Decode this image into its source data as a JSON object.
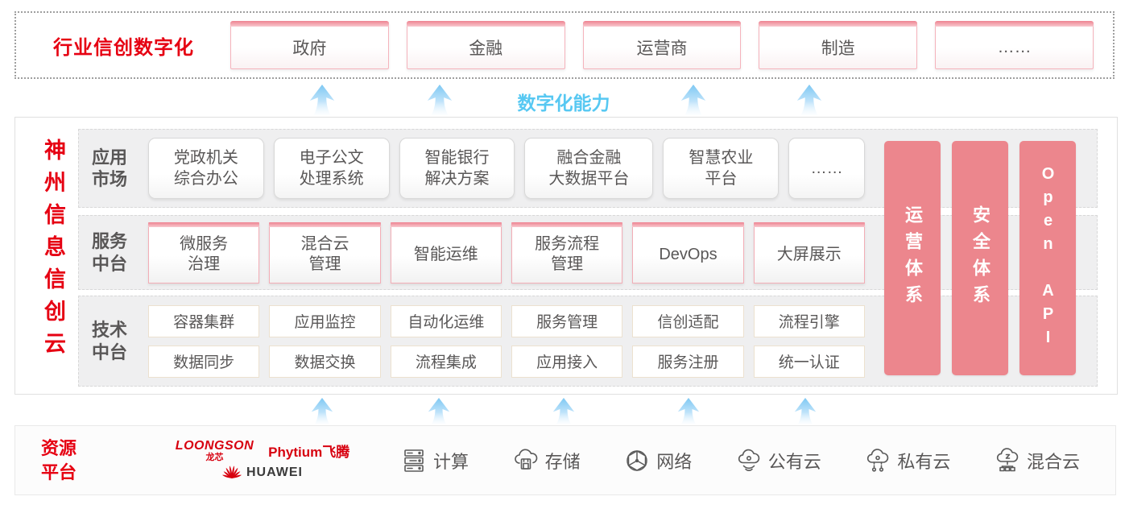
{
  "top_banner": {
    "title": "行业信创数字化",
    "industries": [
      "政府",
      "金融",
      "运营商",
      "制造",
      "……"
    ]
  },
  "capability": {
    "label": "数字化能力"
  },
  "platform": {
    "vertical_title": "神州信息信创云",
    "rows": [
      {
        "label": "应用\n市场",
        "items": [
          "党政机关\n综合办公",
          "电子公文\n处理系统",
          "智能银行\n解决方案",
          "融合金融\n大数据平台",
          "智慧农业\n平台",
          "……"
        ]
      },
      {
        "label": "服务\n中台",
        "items": [
          "微服务\n治理",
          "混合云\n管理",
          "智能运维",
          "服务流程\n管理",
          "DevOps",
          "大屏展示"
        ]
      },
      {
        "label": "技术\n中台",
        "items_top": [
          "容器集群",
          "应用监控",
          "自动化运维",
          "服务管理",
          "信创适配",
          "流程引擎"
        ],
        "items_bottom": [
          "数据同步",
          "数据交换",
          "流程集成",
          "应用接入",
          "服务注册",
          "统一认证"
        ]
      }
    ],
    "pillars": [
      "运营体系",
      "安全体系",
      "Open API"
    ]
  },
  "resources": {
    "title": "资源\n平台",
    "vendors": {
      "loongson_en": "LOONGSON",
      "loongson_cn": "龙芯",
      "phytium": "Phytium飞腾",
      "huawei": "HUAWEI"
    },
    "items": [
      {
        "icon": "server-icon",
        "label": "计算"
      },
      {
        "icon": "storage-cloud-icon",
        "label": "存储"
      },
      {
        "icon": "network-icon",
        "label": "网络"
      },
      {
        "icon": "public-cloud-icon",
        "label": "公有云"
      },
      {
        "icon": "private-cloud-icon",
        "label": "私有云"
      },
      {
        "icon": "hybrid-cloud-icon",
        "label": "混合云"
      }
    ]
  },
  "colors": {
    "accent_red": "#e60012",
    "pillar_pink": "#ec868d",
    "capability_blue": "#57c8f2"
  }
}
